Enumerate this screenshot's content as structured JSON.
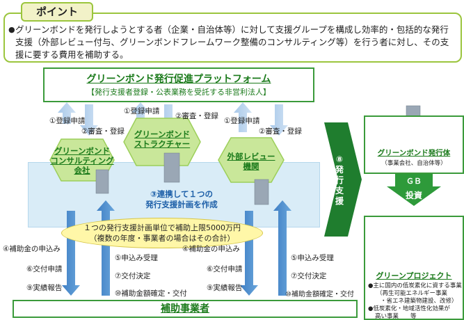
{
  "point": {
    "tab_label": "ポイント",
    "bullet": "●",
    "text": "グリーンボンドを発行しようとする者（企業・自治体等）に対して支援グループを構成し効率的・包括的な発行支援（外部レビュー付与、グリーンボンドフレームワーク整備のコンサルティング等）を行う者に対し、その支援に要する費用を補助する。"
  },
  "platform": {
    "title": "グリーンボンド発行促進プラットフォーム",
    "subtitle": "【発行支援者登録・公表業務を受託する非営利法人】"
  },
  "supporters": [
    {
      "name_line1": "グリーンボンド",
      "name_line2": "コンサルティング",
      "name_line3": "会社"
    },
    {
      "name_line1": "グリーンボンド",
      "name_line2": "ストラクチャー",
      "name_line3": ""
    },
    {
      "name_line1": "外部レビュー",
      "name_line2": "機関",
      "name_line3": ""
    }
  ],
  "platform_flows": {
    "register_1": "①登録申請",
    "review_1": "②審査・登録",
    "register_2": "①登録申請",
    "review_2": "②審査・登録",
    "register_3": "①登録申請",
    "review_3": "②審査・登録"
  },
  "cooperation": {
    "line1": "③連携して１つの",
    "line2": "発行支援計画を作成"
  },
  "oval": {
    "line1": "１つの発行支援計画単位で補助上限5000万円",
    "line2": "（複数の年度・事業者の場合はその合計）"
  },
  "left_flows": {
    "a": "④補助金の申込み",
    "b": "⑥交付申請",
    "c": "⑨実績報告",
    "d": "⑤申込み受理",
    "e": "⑦交付決定",
    "f": "⑩補助金額確定・交付"
  },
  "right_flows": {
    "a": "④補助金の申込み",
    "b": "⑥交付申請",
    "c": "⑨実績報告",
    "d": "⑤申込み受理",
    "e": "⑦交付決定",
    "f": "⑩補助金額確定・交付"
  },
  "applicant": "補助事業者",
  "issuance_arrow": {
    "num": "⑧",
    "l1": "発",
    "l2": "行",
    "l3": "支",
    "l4": "援"
  },
  "issuer": {
    "title": "グリーンボンド発行体",
    "sub": "（事業会社、自治体等）"
  },
  "gb_label": "ＧＢ",
  "invest_label": "投資",
  "project": {
    "title": "グリーンプロジェクト",
    "item1": "●主に国内の低炭素化に資する事業",
    "item1a": "（再生可能エネルギー事業",
    "item1b": "・省エネ建築物建設、改修）",
    "item2": "●低炭素化・地域活性化効果が",
    "item2a": "高い事業　　等"
  },
  "colors": {
    "green": "#3a9a3a",
    "blue_arrow": "#4a86c8",
    "light_blue": "#d9ecf7",
    "hex_fill": "#c9e79a",
    "oval_fill": "#fff7a8"
  }
}
